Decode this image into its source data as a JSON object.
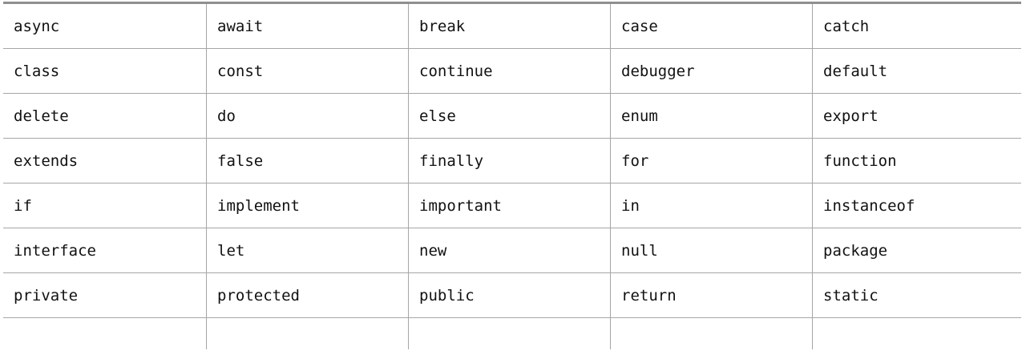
{
  "document": {
    "description": "Table of JavaScript reserved keywords, five columns, truncated empty final row",
    "colors": {
      "background": "#ffffff",
      "top_border": "#8f8f8f",
      "grid_line": "#a6a6a6",
      "text": "#111111"
    }
  },
  "table": {
    "rows": [
      [
        "async",
        "await",
        "break",
        "case",
        "catch"
      ],
      [
        "class",
        "const",
        "continue",
        "debugger",
        "default"
      ],
      [
        "delete",
        "do",
        "else",
        "enum",
        "export"
      ],
      [
        "extends",
        "false",
        "finally",
        "for",
        "function"
      ],
      [
        "if",
        "implement",
        "important",
        "in",
        "instanceof"
      ],
      [
        "interface",
        "let",
        "new",
        "null",
        "package"
      ],
      [
        "private",
        "protected",
        "public",
        "return",
        "static"
      ],
      [
        "",
        "",
        "",
        "",
        ""
      ]
    ]
  }
}
